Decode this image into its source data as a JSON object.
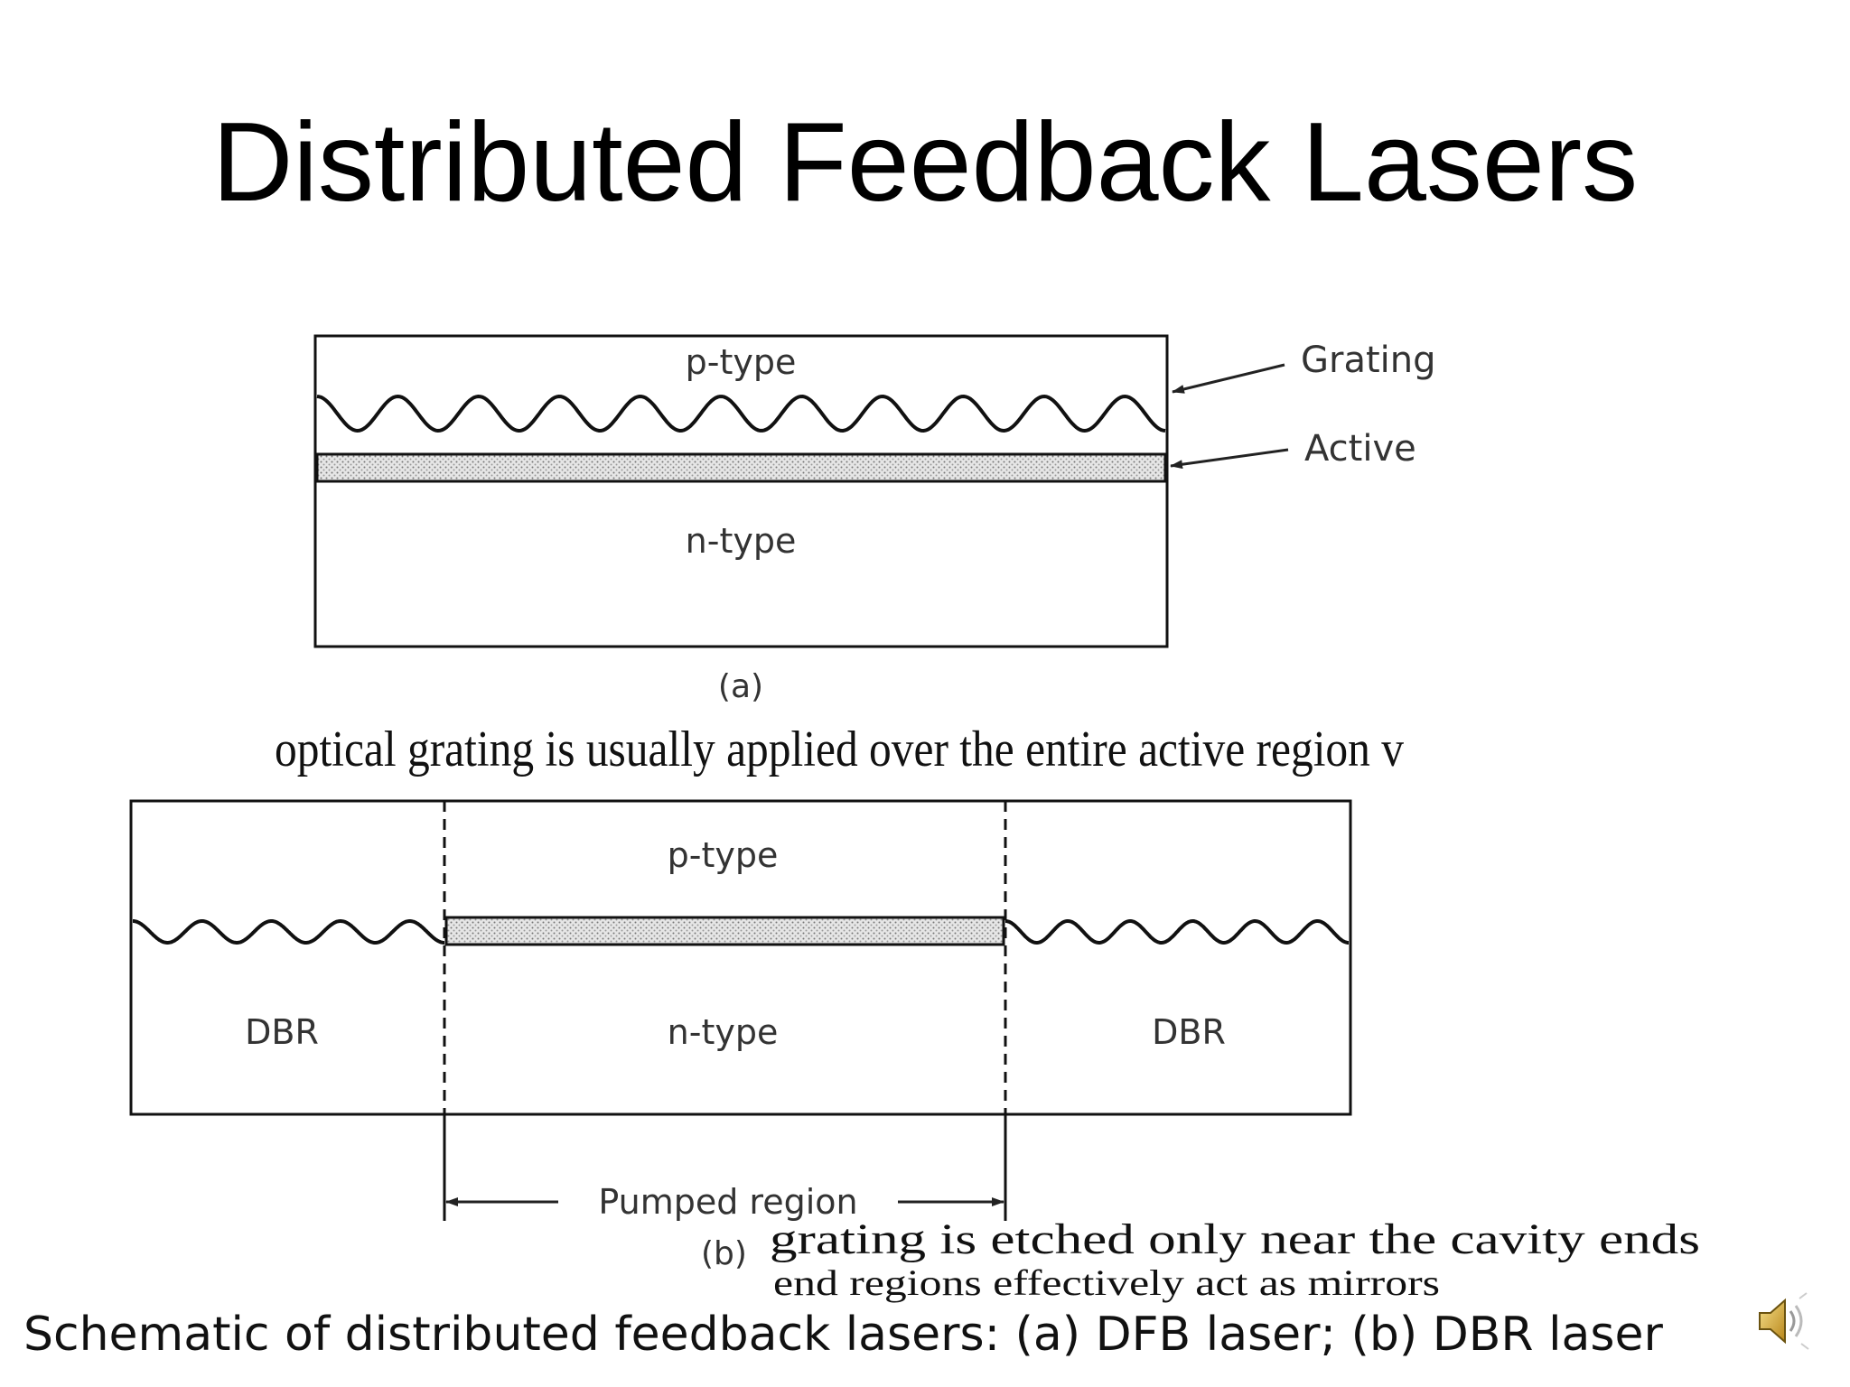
{
  "slide": {
    "title": "Distributed Feedback Lasers",
    "caption": "Schematic of distributed feedback lasers: (a) DFB laser; (b) DBR laser",
    "audio_icon": "speaker-icon"
  },
  "fig_a": {
    "p_label": "p-type",
    "n_label": "n-type",
    "grating_label": "Grating",
    "active_label": "Active",
    "sublabel": "(a)",
    "note": "optical grating is usually applied over the entire active region ᴠ"
  },
  "fig_b": {
    "p_label": "p-type",
    "n_label": "n-type",
    "dbr_left": "DBR",
    "dbr_right": "DBR",
    "pumped_label": "Pumped region",
    "sublabel": "(b)",
    "note1": "grating is etched only near the cavity ends",
    "note2": "end regions effectively act as mirrors"
  }
}
